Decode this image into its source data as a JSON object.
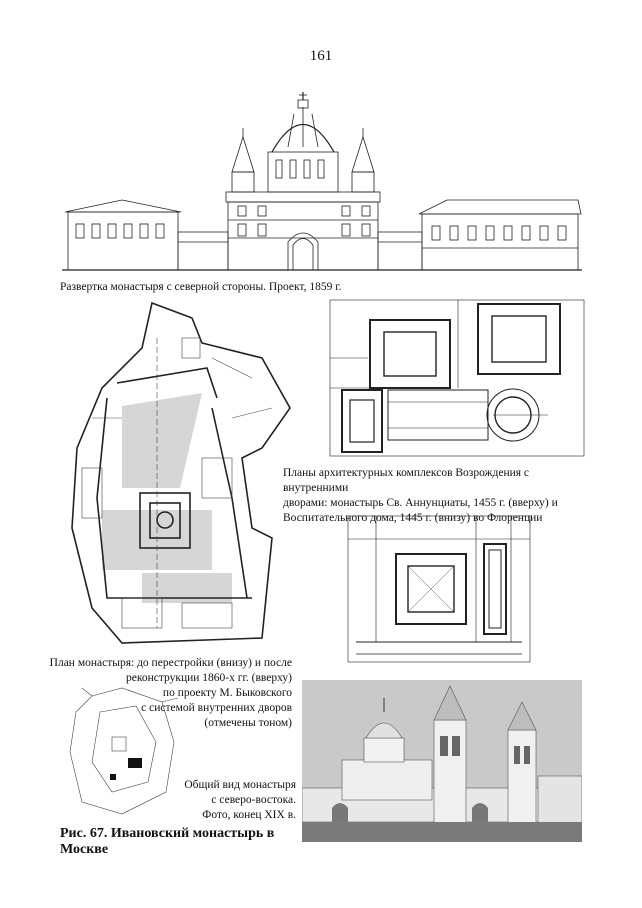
{
  "page_number": "161",
  "captions": {
    "elevation": "Развертка монастыря с северной стороны. Проект, 1859 г.",
    "renaissance_plans": [
      "Планы архитектурных комплексов Возрождения с внутренними",
      "дворами: монастырь Св. Аннунциаты, 1455 г. (вверху) и",
      "Воспитательного дома, 1445 г. (внизу) во Флоренции"
    ],
    "monastery_plan": [
      "План монастыря: до перестройки (внизу) и после",
      "реконструкции 1860-х гг. (вверху)",
      "по проекту М. Быковского",
      "с системой внутренних дворов",
      "(отмечены тоном)"
    ],
    "photo": [
      "Общий вид монастыря",
      "с северо-востока.",
      "Фото, конец XIX в."
    ],
    "figure_title": "Рис. 67. Ивановский монастырь в Москве"
  },
  "colors": {
    "ink": "#111111",
    "tone": "#d6d6d6",
    "photo_sky": "#c9c9c9",
    "photo_wall": "#e8e8e8"
  }
}
